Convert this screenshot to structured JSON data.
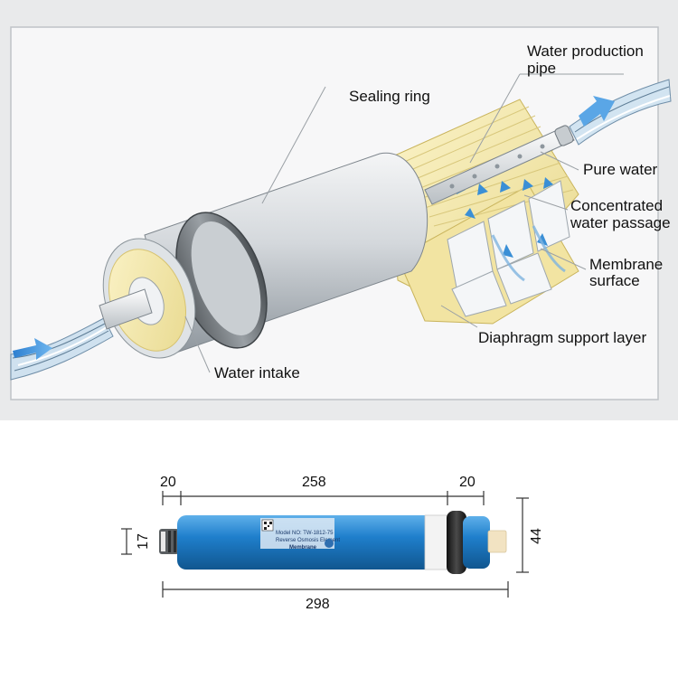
{
  "labels": {
    "water_production_pipe_line1": "Water production",
    "water_production_pipe_line2": "pipe",
    "sealing_ring": "Sealing ring",
    "pure_water": "Pure water",
    "concentrated_line1": "Concentrated",
    "concentrated_line2": "water passage",
    "membrane_line1": "Membrane",
    "membrane_line2": "surface",
    "diaphragm_support_layer": "Diaphragm support layer",
    "water_intake": "Water intake"
  },
  "dimensions": {
    "left_cap": "20",
    "body_length": "258",
    "right_cap": "20",
    "total_length": "298",
    "fitting_diameter": "17",
    "body_diameter": "44"
  },
  "product_label": {
    "brand": "Membrane",
    "type": "Reverse Osmosis Element",
    "model": "Model NO: TW-1812-75"
  },
  "colors": {
    "panel_bg": "#e9eaeb",
    "housing": "#d9dcdf",
    "membrane_yellow": "#f3e6a8",
    "water_blue": "#3a8fd6",
    "cartridge_blue": "#1f7fcc"
  }
}
